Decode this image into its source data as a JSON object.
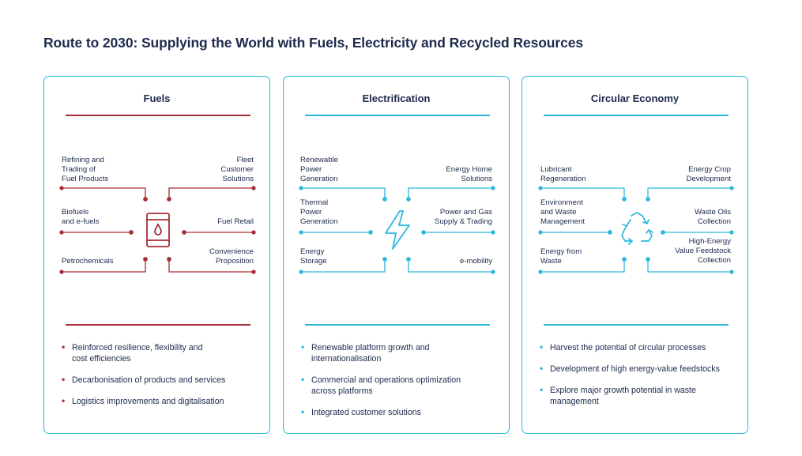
{
  "title": "Route to 2030: Supplying the World with Fuels, Electricity and Recycled Resources",
  "colors": {
    "fuels_accent": "#a62d35",
    "electric_accent": "#2cb9db",
    "circular_accent": "#2cb9db",
    "border": "#2cb9db",
    "text": "#1d2a4d"
  },
  "fuels": {
    "title": "Fuels",
    "icon": "oil-barrel-icon",
    "left": [
      "Refining and\nTrading of\nFuel Products",
      "Biofuels\nand e-fuels",
      "Petrochemicals"
    ],
    "right": [
      "Fleet\nCustomer\nSolutions",
      "Fuel Retail",
      "Convenience\nProposition"
    ],
    "bullets": [
      "Reinforced resilience, flexibility and\ncost efficiencies",
      "Decarbonisation of products and services",
      "Logistics improvements and digitalisation"
    ]
  },
  "electrification": {
    "title": "Electrification",
    "icon": "lightning-bolt-icon",
    "left": [
      "Renewable\nPower\nGeneration",
      "Thermal\nPower\nGeneration",
      "Energy\nStorage"
    ],
    "right": [
      "Energy Home\nSolutions",
      "Power and Gas\nSupply & Trading",
      "e-mobility"
    ],
    "bullets": [
      "Renewable platform growth and\ninternationalisation",
      "Commercial and operations optimization\nacross platforms",
      "Integrated customer solutions"
    ]
  },
  "circular": {
    "title": "Circular Economy",
    "icon": "recycle-icon",
    "left": [
      "Lubricant\nRegeneration",
      "Environment\nand Waste\nManagement",
      "Energy from\nWaste"
    ],
    "right": [
      "Energy Crop\nDevelopment",
      "Waste Oils\nCollection",
      "High-Energy\nValue Feedstock\nCollection"
    ],
    "bullets": [
      "Harvest the potential of circular processes",
      "Development of high energy-value feedstocks",
      "Explore major growth potential in waste\nmanagement"
    ]
  }
}
